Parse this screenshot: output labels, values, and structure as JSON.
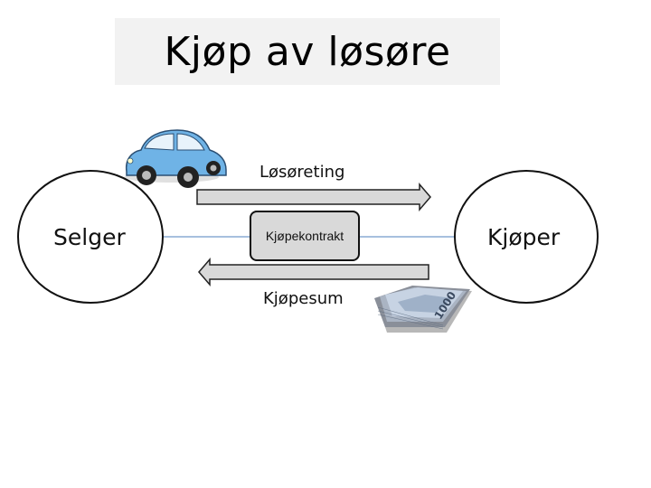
{
  "title": "Kjøp av løsøre",
  "nodes": {
    "seller": "Selger",
    "buyer": "Kjøper",
    "contract": "Kjøpekontrakt"
  },
  "flows": {
    "goods": "Løsøreting",
    "payment": "Kjøpesum"
  },
  "icons": {
    "goods": "car-icon",
    "payment": "banknote-stack-icon"
  },
  "colors": {
    "title_bg": "#f2f2f2",
    "car": "#6fb3e6",
    "arrow_fill": "#d9d9d9",
    "connector": "#4f81bd"
  }
}
